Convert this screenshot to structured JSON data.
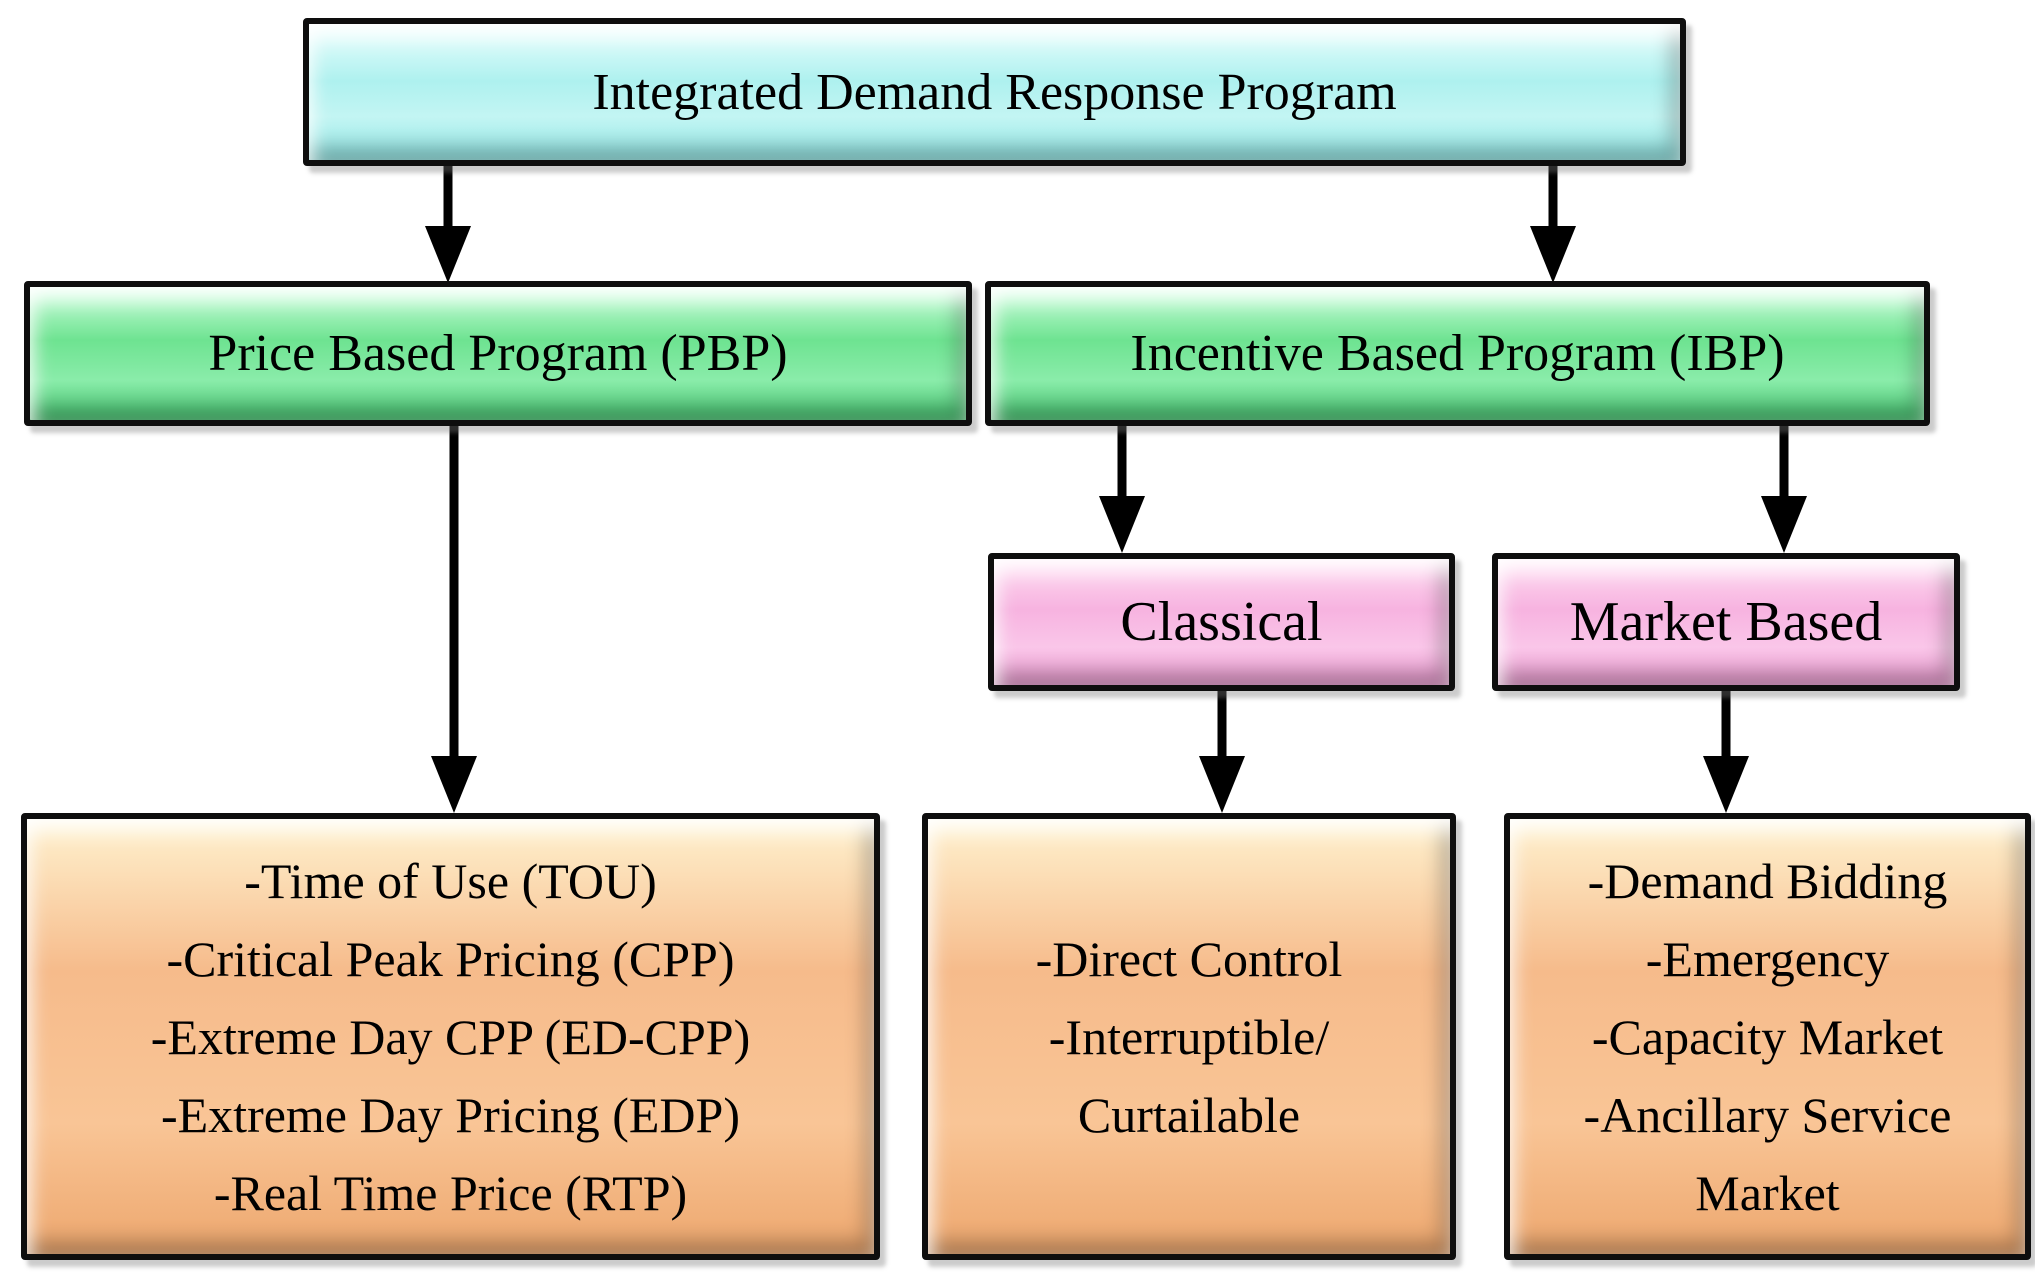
{
  "palette": {
    "root_fill": "#aef1ef",
    "branch_fill": "#6ee391",
    "sub_fill": "#f7b3e0",
    "leaf_fill": "#f6bb8b",
    "border": "#000000",
    "arrow": "#000000"
  },
  "nodes": {
    "root": {
      "label": "Integrated Demand Response Program"
    },
    "pbp": {
      "label": "Price Based Program (PBP)"
    },
    "ibp": {
      "label": "Incentive Based Program (IBP)"
    },
    "classical": {
      "label": "Classical"
    },
    "market_based": {
      "label": "Market Based"
    },
    "pbp_items": {
      "lines": [
        "-Time of Use (TOU)",
        "-Critical Peak Pricing (CPP)",
        "-Extreme Day CPP (ED-CPP)",
        "-Extreme Day Pricing (EDP)",
        "-Real Time Price (RTP)"
      ]
    },
    "classical_items": {
      "lines": [
        "-Direct Control",
        "-Interruptible/",
        "Curtailable"
      ]
    },
    "market_based_items": {
      "lines": [
        "-Demand Bidding",
        "-Emergency",
        "-Capacity Market",
        "-Ancillary Service",
        "Market"
      ]
    }
  }
}
